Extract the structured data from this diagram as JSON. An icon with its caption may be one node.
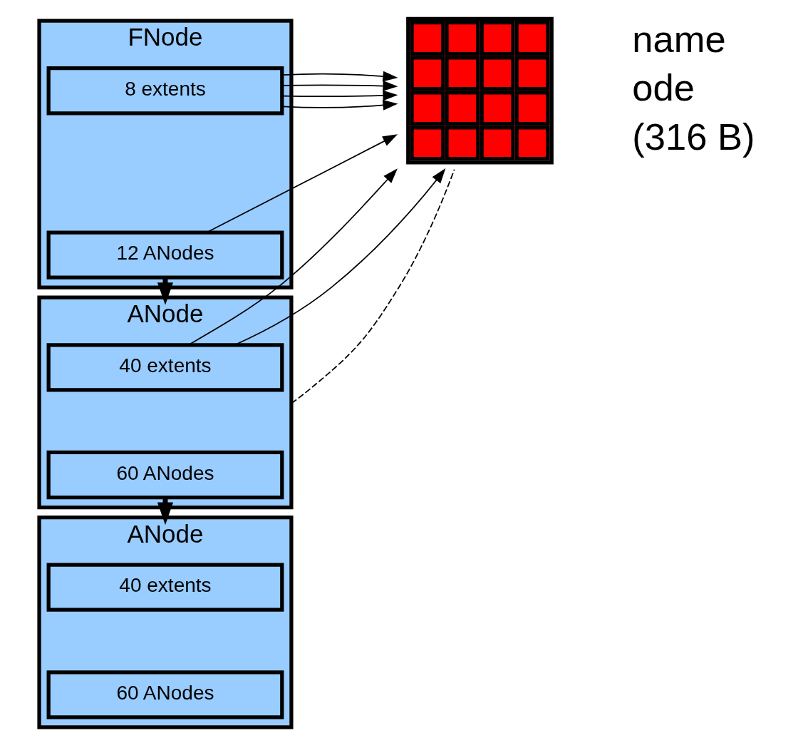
{
  "diagram": {
    "nodes": [
      {
        "text": [
          "FNode"
        ]
      },
      {
        "text": [
          "8 extents"
        ],
        "in": 0
      },
      {
        "text": [
          "12 ANodes"
        ],
        "in": 0
      },
      {
        "text": [],
        "shape": "grid"
      },
      {
        "text": [
          "ANode"
        ]
      },
      {
        "text": [
          "40 extents"
        ],
        "in": 4
      },
      {
        "text": [
          "60 ANodes"
        ],
        "in": 4
      },
      {
        "text": [
          "ANode"
        ]
      },
      {
        "text": [
          "40 extents"
        ],
        "in": 7
      },
      {
        "text": [
          "60 ANodes"
        ],
        "in": 7
      }
    ],
    "edges": [
      {
        "from": 1,
        "to": 3,
        "arrow": "to"
      },
      {
        "from": 1,
        "to": 3,
        "arrow": "to"
      },
      {
        "from": 1,
        "to": 3,
        "arrow": "to"
      },
      {
        "from": 1,
        "to": 3,
        "arrow": "to"
      },
      {
        "from": 2,
        "to": 3,
        "arrow": "to"
      },
      {
        "from": 4,
        "to": 3,
        "arrow": "none",
        "style": "dashed"
      },
      {
        "from": 5,
        "to": 3,
        "arrow": "to"
      },
      {
        "from": 5,
        "to": 3,
        "arrow": "to"
      },
      {
        "from": 2,
        "to": 4,
        "arrow": "to",
        "style": "thick"
      },
      {
        "from": 6,
        "to": 7,
        "arrow": "to",
        "style": "thick"
      }
    ],
    "labels": [
      "name",
      "ode",
      "(316 B)"
    ]
  }
}
